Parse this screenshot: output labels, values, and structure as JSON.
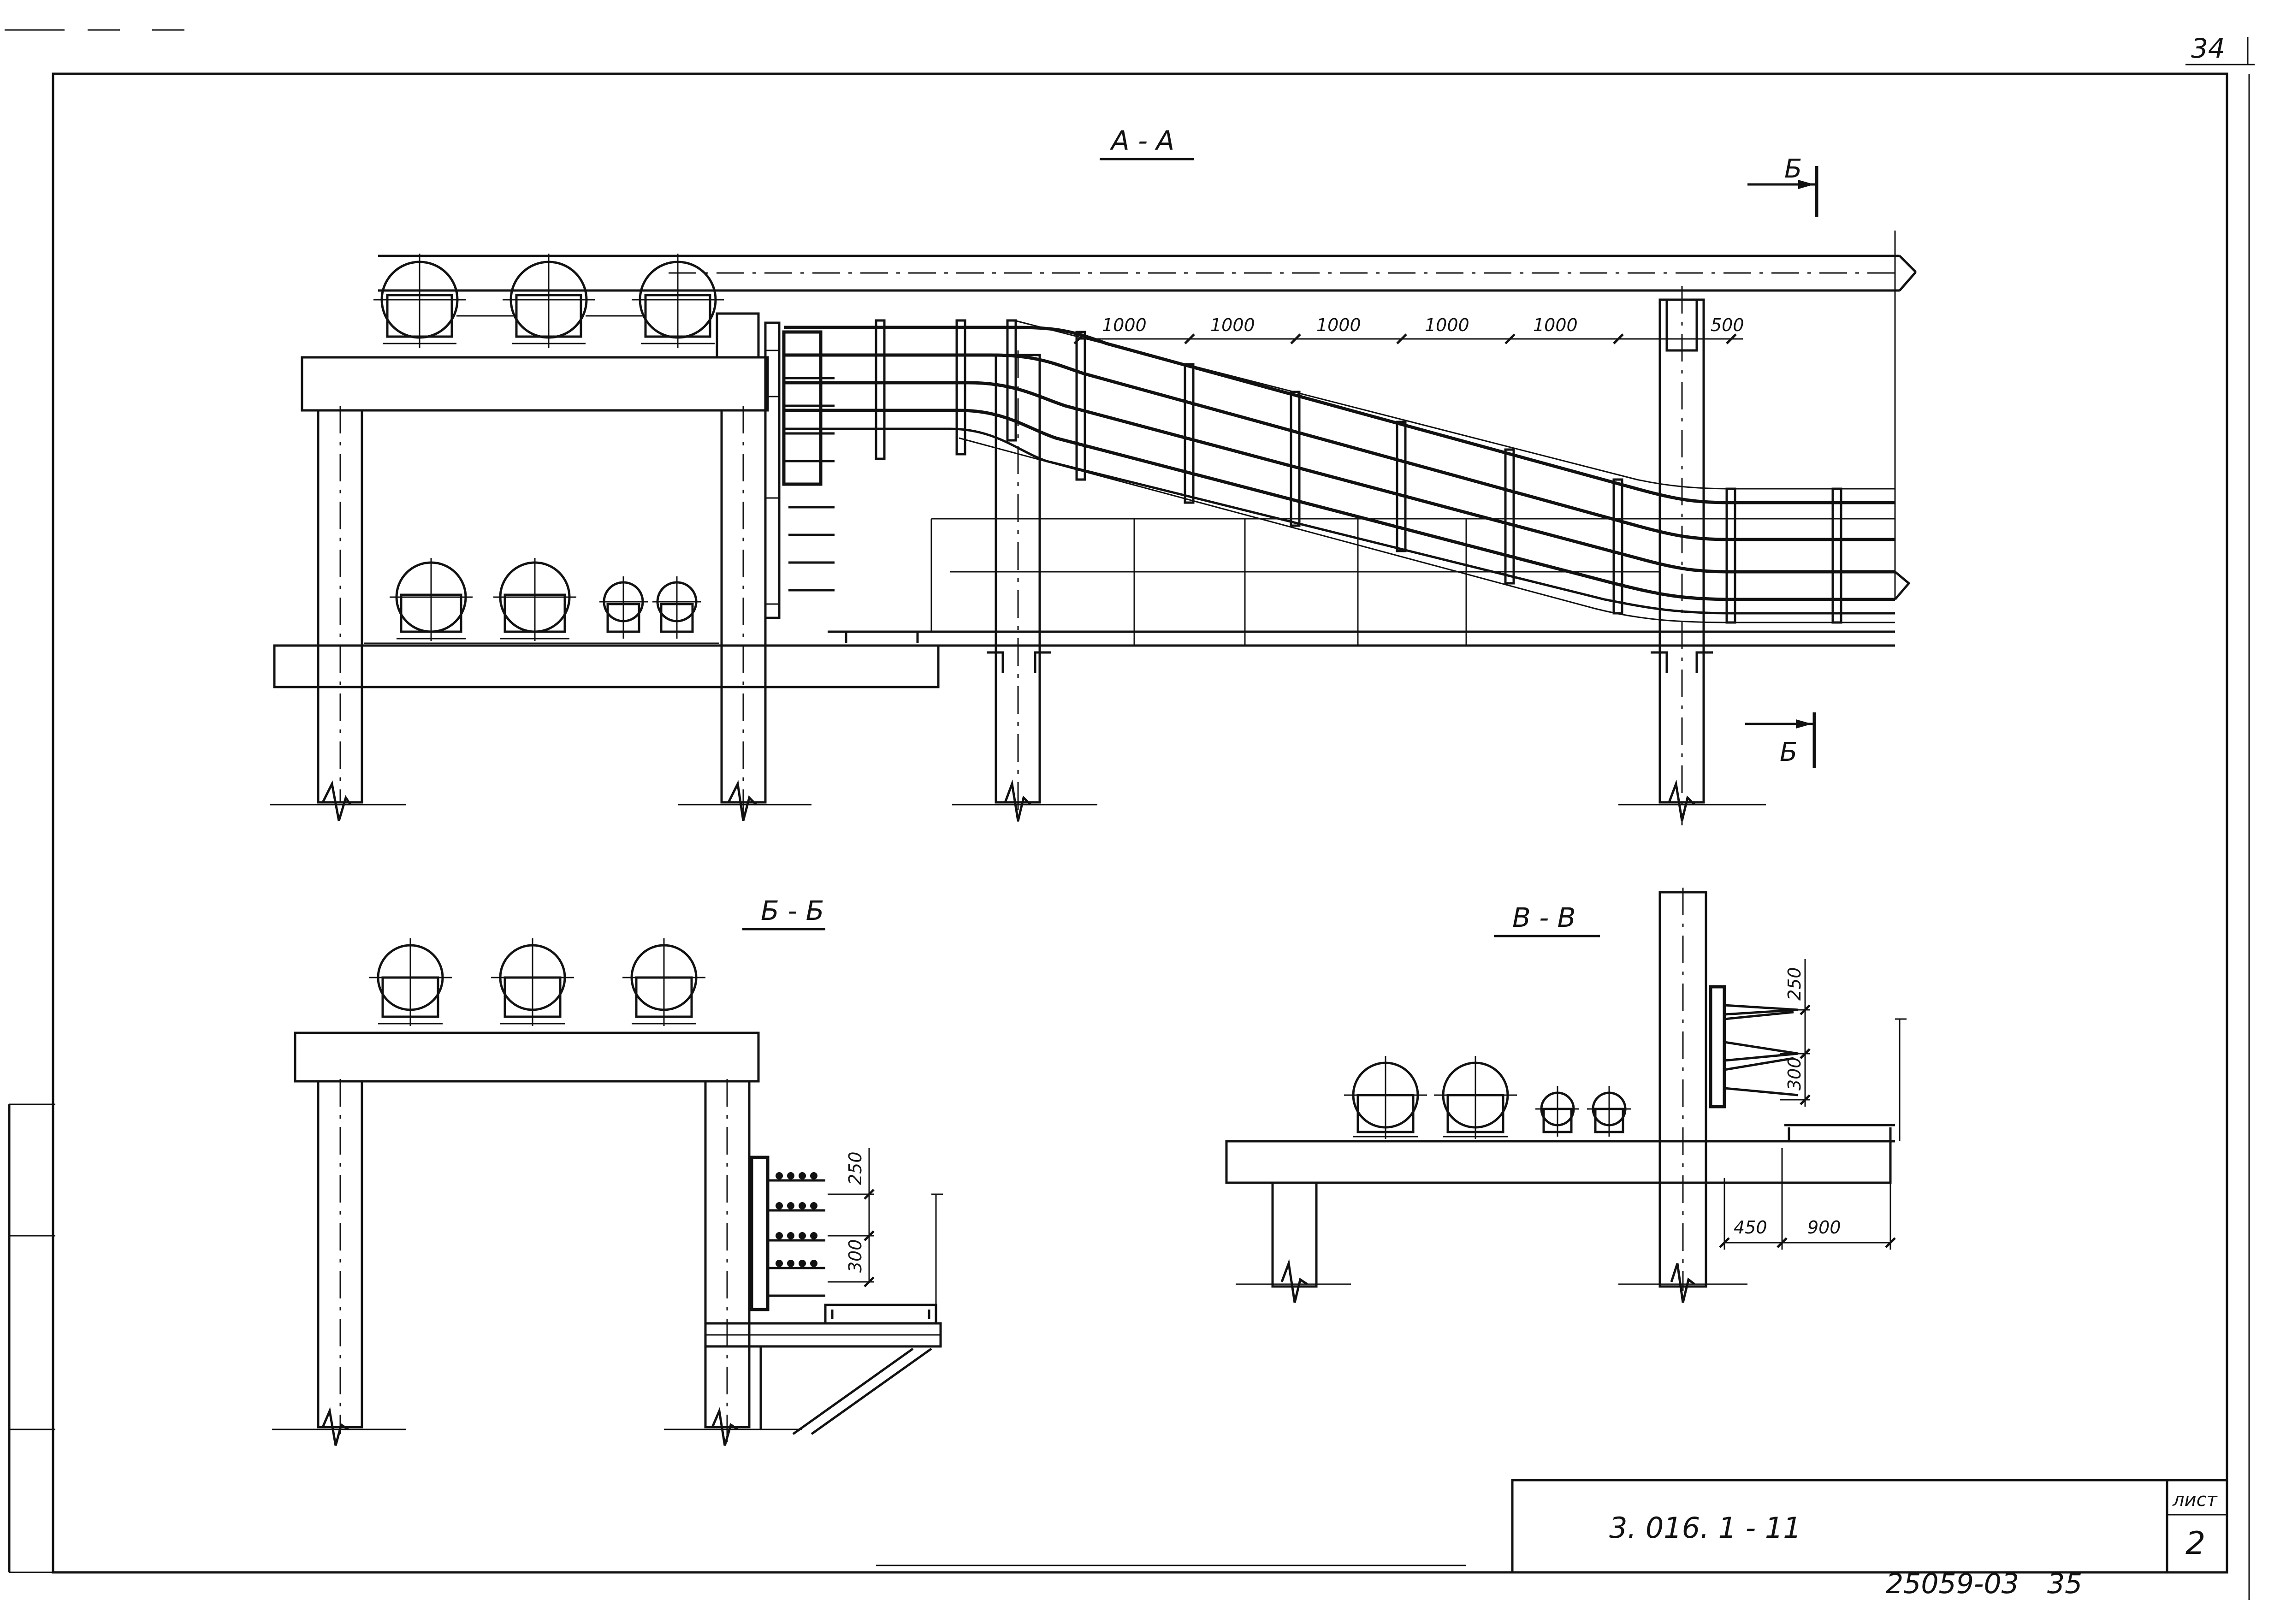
{
  "sheet": {
    "corner_number": "34",
    "stamp_code": "3. 016. 1 - 11",
    "sheet_label": "лист",
    "sheet_number": "2",
    "archive_number": "25059-03",
    "archive_page": "35"
  },
  "sections": {
    "aa": {
      "title": "А - А",
      "cut_marker_top": "Б",
      "cut_marker_bottom": "Б",
      "dims": [
        "1000",
        "1000",
        "1000",
        "1000",
        "1000",
        "500"
      ]
    },
    "bb": {
      "title": "Б - Б",
      "dims": [
        "250",
        "300"
      ]
    },
    "vv": {
      "title": "В - В",
      "dims_vertical": [
        "250",
        "300"
      ],
      "dims_horizontal": [
        "450",
        "900"
      ]
    }
  }
}
